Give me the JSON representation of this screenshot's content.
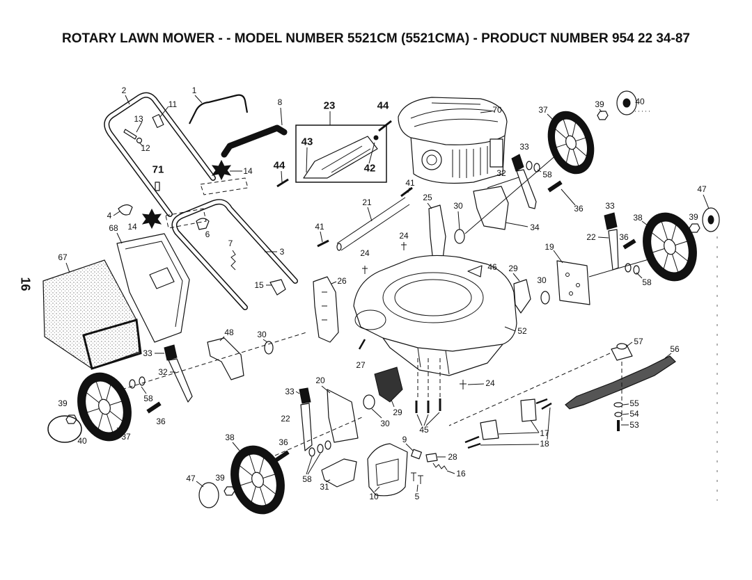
{
  "title": "ROTARY LAWN MOWER - - MODEL NUMBER 5521CM (5521CMA) - PRODUCT NUMBER 954 22 34-87",
  "page_number": "16",
  "callouts": [
    "2",
    "1",
    "11",
    "13",
    "12",
    "8",
    "23",
    "44",
    "70",
    "37",
    "39",
    "40",
    "43",
    "44",
    "42",
    "71",
    "14",
    "33",
    "32",
    "58",
    "41",
    "47",
    "21",
    "25",
    "30",
    "36",
    "33",
    "4",
    "14",
    "68",
    "6",
    "41",
    "34",
    "38",
    "39",
    "22",
    "36",
    "7",
    "24",
    "19",
    "3",
    "24",
    "67",
    "46",
    "29",
    "30",
    "58",
    "15",
    "26",
    "52",
    "48",
    "30",
    "57",
    "56",
    "33",
    "32",
    "27",
    "20",
    "33",
    "24",
    "58",
    "39",
    "29",
    "55",
    "54",
    "36",
    "22",
    "30",
    "45",
    "53",
    "37",
    "40",
    "38",
    "9",
    "17",
    "36",
    "18",
    "28",
    "16",
    "47",
    "39",
    "58",
    "31",
    "10",
    "5"
  ]
}
